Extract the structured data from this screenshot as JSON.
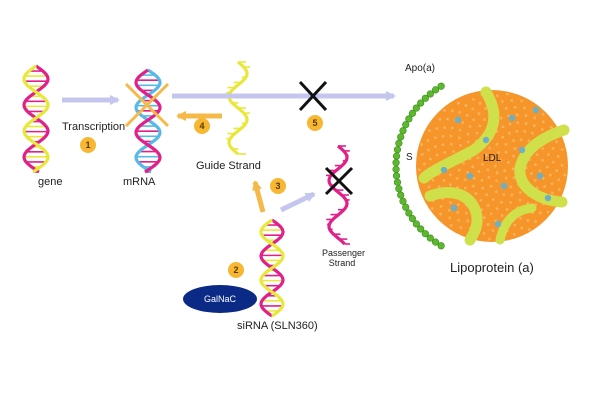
{
  "labels": {
    "gene": "gene",
    "transcription": "Transcription",
    "mrna": "mRNA",
    "guide_strand": "Guide Strand",
    "passenger_strand_line1": "Passenger",
    "passenger_strand_line2": "Strand",
    "sirna": "siRNA (SLN360)",
    "galnac": "GalNaC",
    "apo_a": "Apo(a)",
    "s": "S",
    "ldl": "LDL",
    "lipoprotein": "Lipoprotein (a)"
  },
  "steps": [
    "1",
    "2",
    "3",
    "4",
    "5"
  ],
  "colors": {
    "arrow_purple": "#c5c6f0",
    "arrow_orange": "#f5b94a",
    "helix_magenta": "#e0218a",
    "helix_yellow": "#e8e83a",
    "helix_cyan": "#59b9e6",
    "step_badge": "#f7b733",
    "galnac": "#0a2a86",
    "apo_green": "#5cb82e",
    "particle_orange": "#f6952a",
    "particle_band": "#d0e04a",
    "particle_dot": "#6cb0c8",
    "cross": "#111111"
  }
}
